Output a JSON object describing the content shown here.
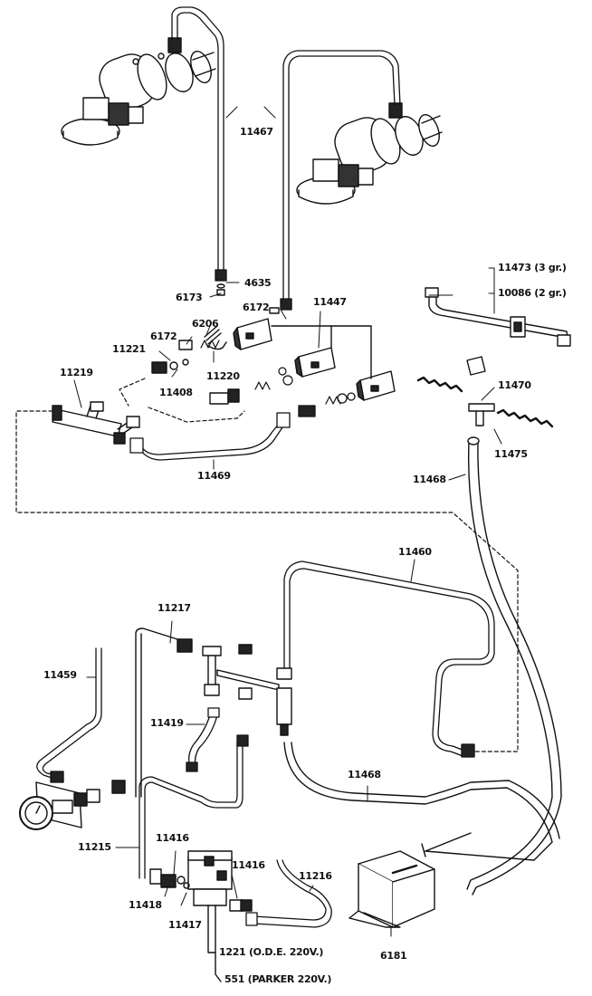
{
  "parts": {
    "p11467": "11467",
    "p4635": "4635",
    "p6173": "6173",
    "p6172a": "6172",
    "p11447": "11447",
    "p6206": "6206",
    "p6172b": "6172",
    "p11221": "11221",
    "p11220": "11220",
    "p11408": "11408",
    "p11219": "11219",
    "p11473": "11473 (3 gr.)",
    "p10086": "10086 (2 gr.)",
    "p11470": "11470",
    "p11475": "11475",
    "p11468a": "11468",
    "p11469": "11469",
    "p11460": "11460",
    "p11217": "11217",
    "p11459": "11459",
    "p11419": "11419",
    "p11468b": "11468",
    "p11215": "11215",
    "p11416a": "11416",
    "p11416b": "11416",
    "p11216": "11216",
    "p11418": "11418",
    "p11417": "11417",
    "p6181": "6181",
    "p1221": "1221 (O.D.E. 220V.)",
    "p551": "551 (PARKER 220V.)"
  }
}
